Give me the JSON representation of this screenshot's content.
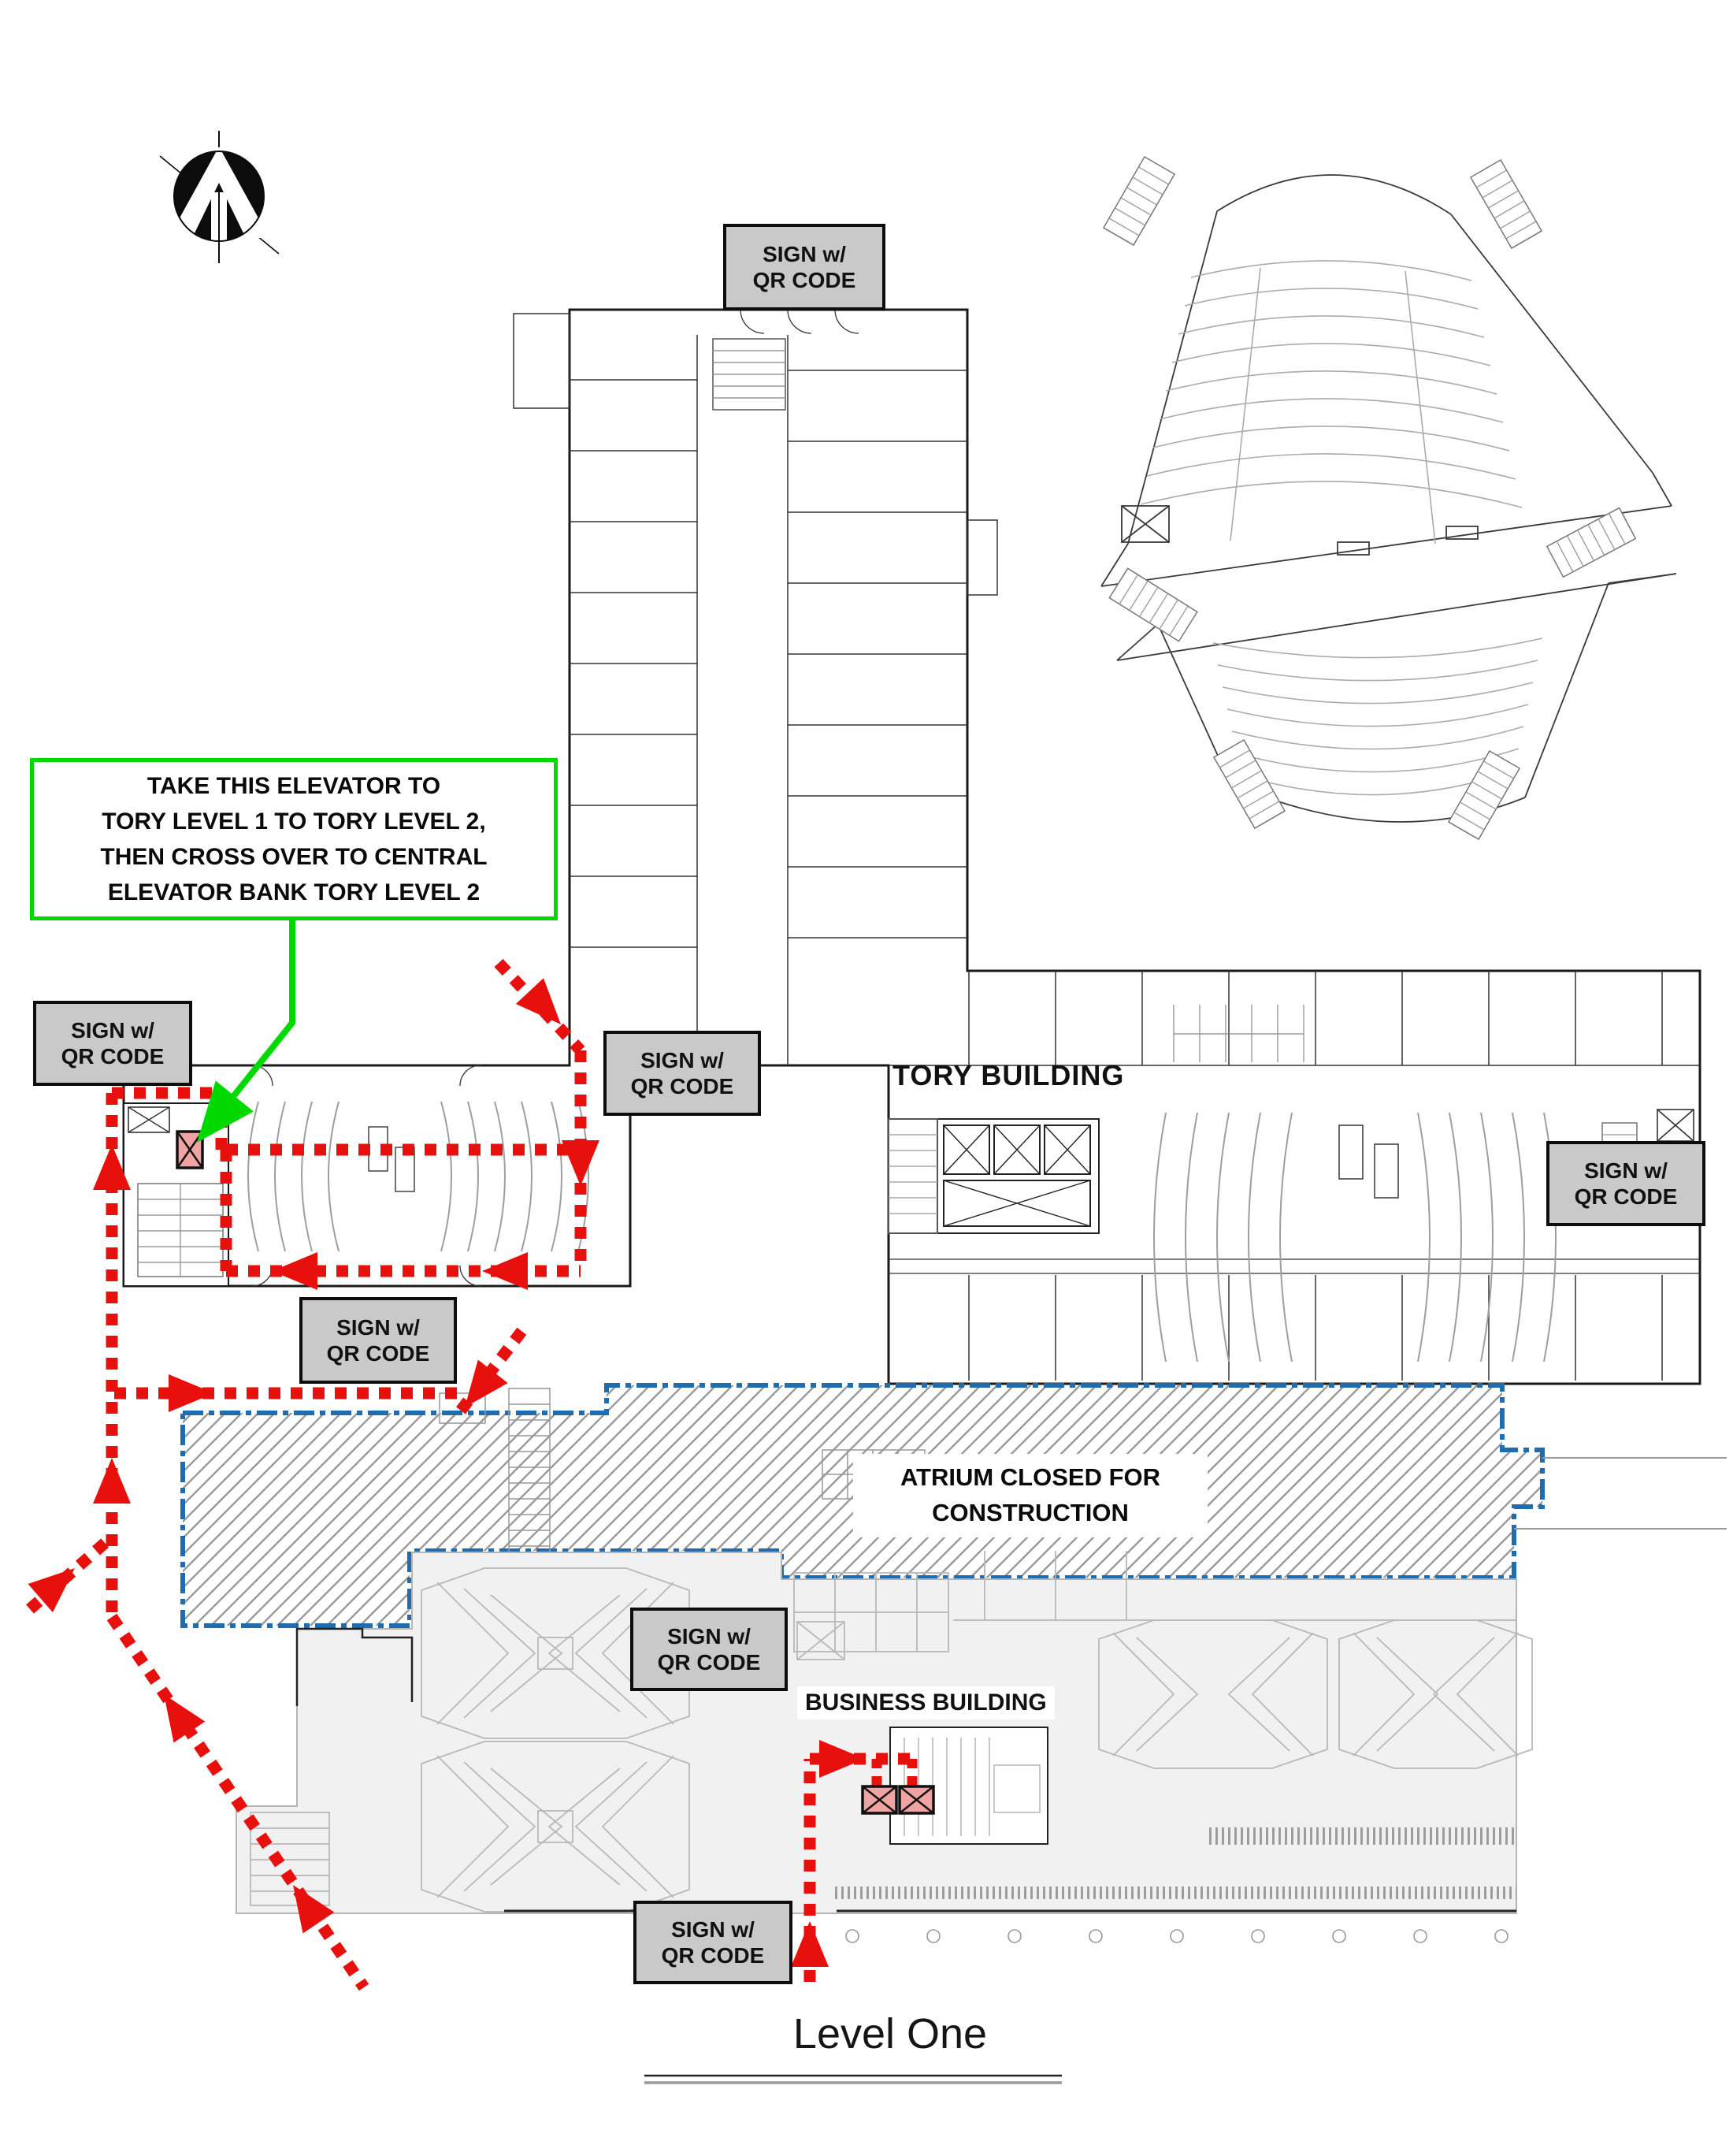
{
  "floor_title": "Level One",
  "qr_sign": {
    "line1": "SIGN w/",
    "line2": "QR CODE",
    "count": 7
  },
  "callout": {
    "lines": [
      "TAKE THIS ELEVATOR TO",
      "TORY LEVEL 1 TO TORY LEVEL 2,",
      "THEN CROSS OVER TO CENTRAL",
      "ELEVATOR BANK TORY LEVEL 2"
    ]
  },
  "labels": {
    "tory": "TORY BUILDING",
    "business": "BUSINESS BUILDING",
    "atrium_lines": [
      "ATRIUM CLOSED FOR",
      "CONSTRUCTION"
    ]
  },
  "colors": {
    "route_red": "#e8100c",
    "closure_blue": "#1f6cb0",
    "callout_green": "#00d800",
    "sign_fill": "#c9c9c9",
    "hatch_gray": "#9a9a9a",
    "elevator_pink": "#f0a3a3"
  }
}
